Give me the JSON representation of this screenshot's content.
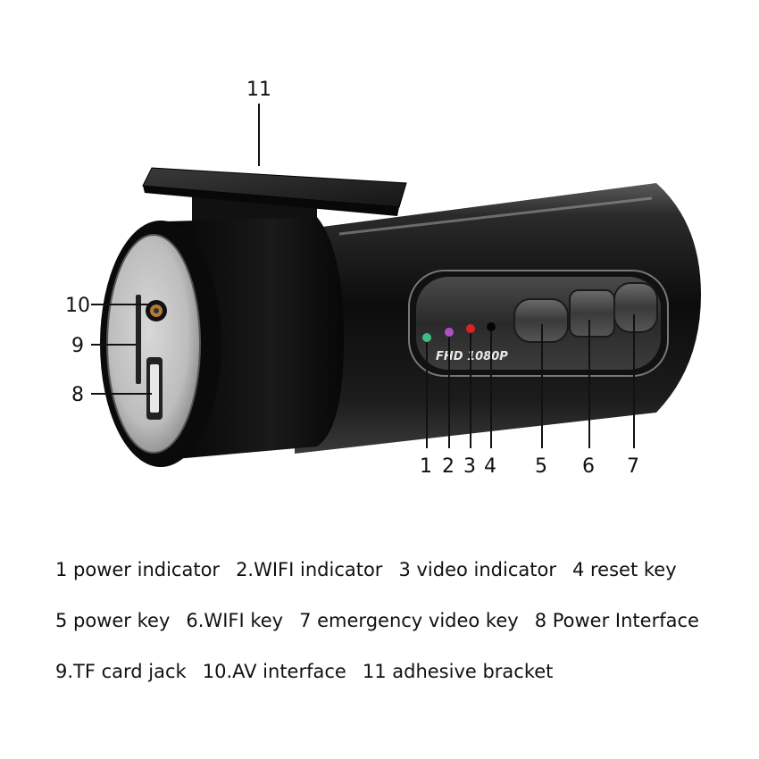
{
  "callouts": {
    "n1": "1",
    "n2": "2",
    "n3": "3",
    "n4": "4",
    "n5": "5",
    "n6": "6",
    "n7": "7",
    "n8": "8",
    "n9": "9",
    "n10": "10",
    "n11": "11"
  },
  "device_label": "FHD 1080P",
  "legend": {
    "row1": [
      "1 power indicator",
      "2.WIFI indicator",
      "3 video indicator",
      "4 reset key"
    ],
    "row2": [
      "5 power key",
      "6.WIFI key",
      "7 emergency video key",
      "8 Power Interface"
    ],
    "row3": [
      "9.TF card jack",
      "10.AV interface",
      "11 adhesive bracket"
    ]
  },
  "colors": {
    "body": "#1a1a1a",
    "indicator_power": "#3fbf7f",
    "indicator_wifi": "#b050c8",
    "indicator_video": "#e02020",
    "indicator_reset": "#050505"
  }
}
